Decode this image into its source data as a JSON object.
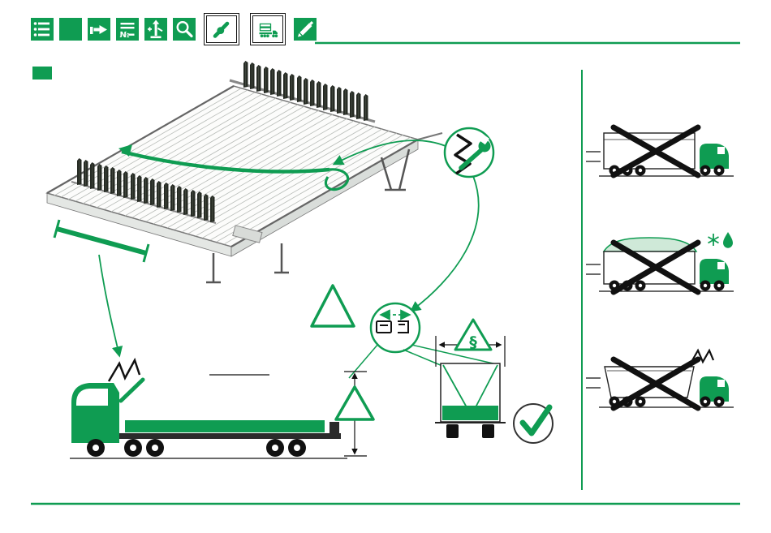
{
  "colors": {
    "accent_green": "#0f9c52",
    "light_green": "#cfe9d8",
    "ink": "#111111",
    "frame_gray": "#777777"
  },
  "toolbar": {
    "numero_label": "№",
    "items": [
      {
        "name": "list-icon",
        "selected": false
      },
      {
        "name": "chapter-icon",
        "selected": false
      },
      {
        "name": "hand-point-icon",
        "selected": false
      },
      {
        "name": "numbered-notes-icon",
        "selected": false
      },
      {
        "name": "prop-adjust-icon",
        "selected": false
      },
      {
        "name": "magnifier-icon",
        "selected": false
      },
      {
        "name": "manual-handling-icon",
        "selected": true
      },
      {
        "name": "transport-icon",
        "selected": true
      },
      {
        "name": "marker-pen-icon",
        "selected": false
      }
    ]
  },
  "figure": {
    "paragraph_sign": "§",
    "pictograms": [
      "stacking-pallet-with-panels",
      "tensioning-tool-detail",
      "warning-triangle",
      "ratchet-strap-detail",
      "flatbed-truck-with-secured-load",
      "vehicle-height-measurement",
      "truck-rear-view-secured",
      "approved-check-mark",
      "prohibited-unsecured-load",
      "prohibited-weather-exposed-load",
      "prohibited-loose-load"
    ]
  }
}
